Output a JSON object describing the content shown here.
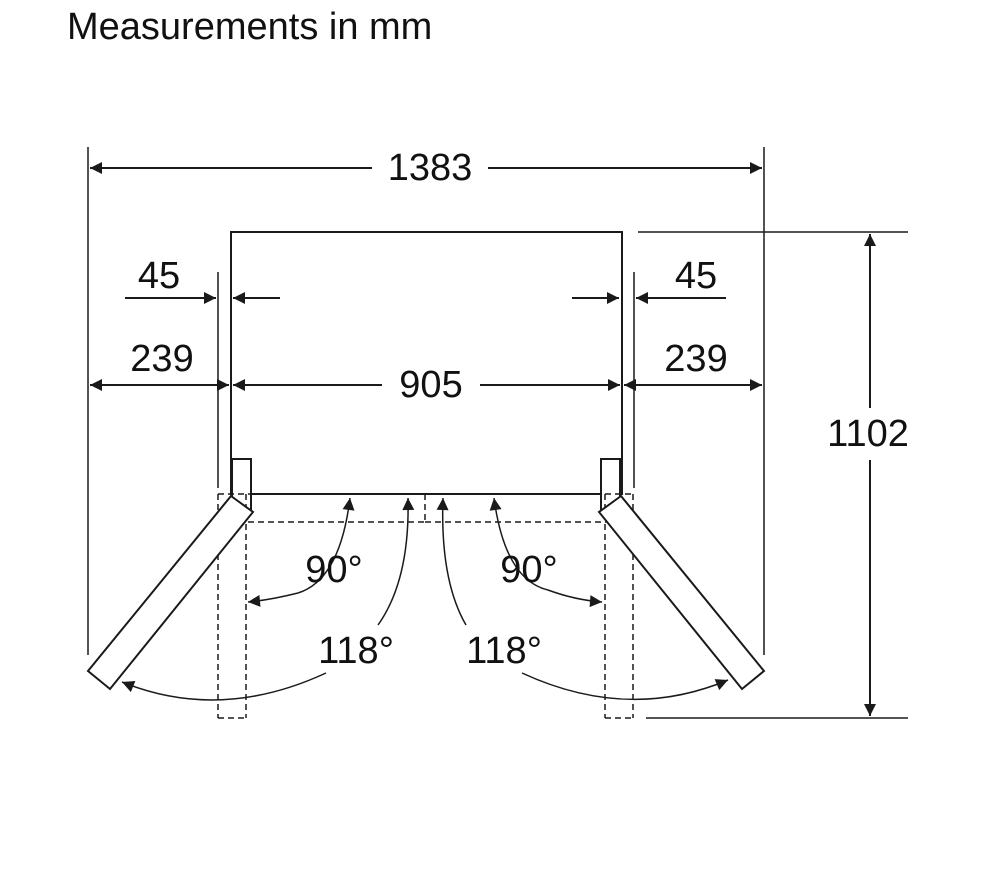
{
  "title": "Measurements in mm",
  "dimensions": {
    "total_width_open": "1383",
    "cabinet_width": "905",
    "depth_open": "1102",
    "hinge_offset_left": "45",
    "hinge_offset_right": "45",
    "door_swing_left": "239",
    "door_swing_right": "239"
  },
  "angles": {
    "left_90": "90°",
    "right_90": "90°",
    "left_118": "118°",
    "right_118": "118°"
  }
}
